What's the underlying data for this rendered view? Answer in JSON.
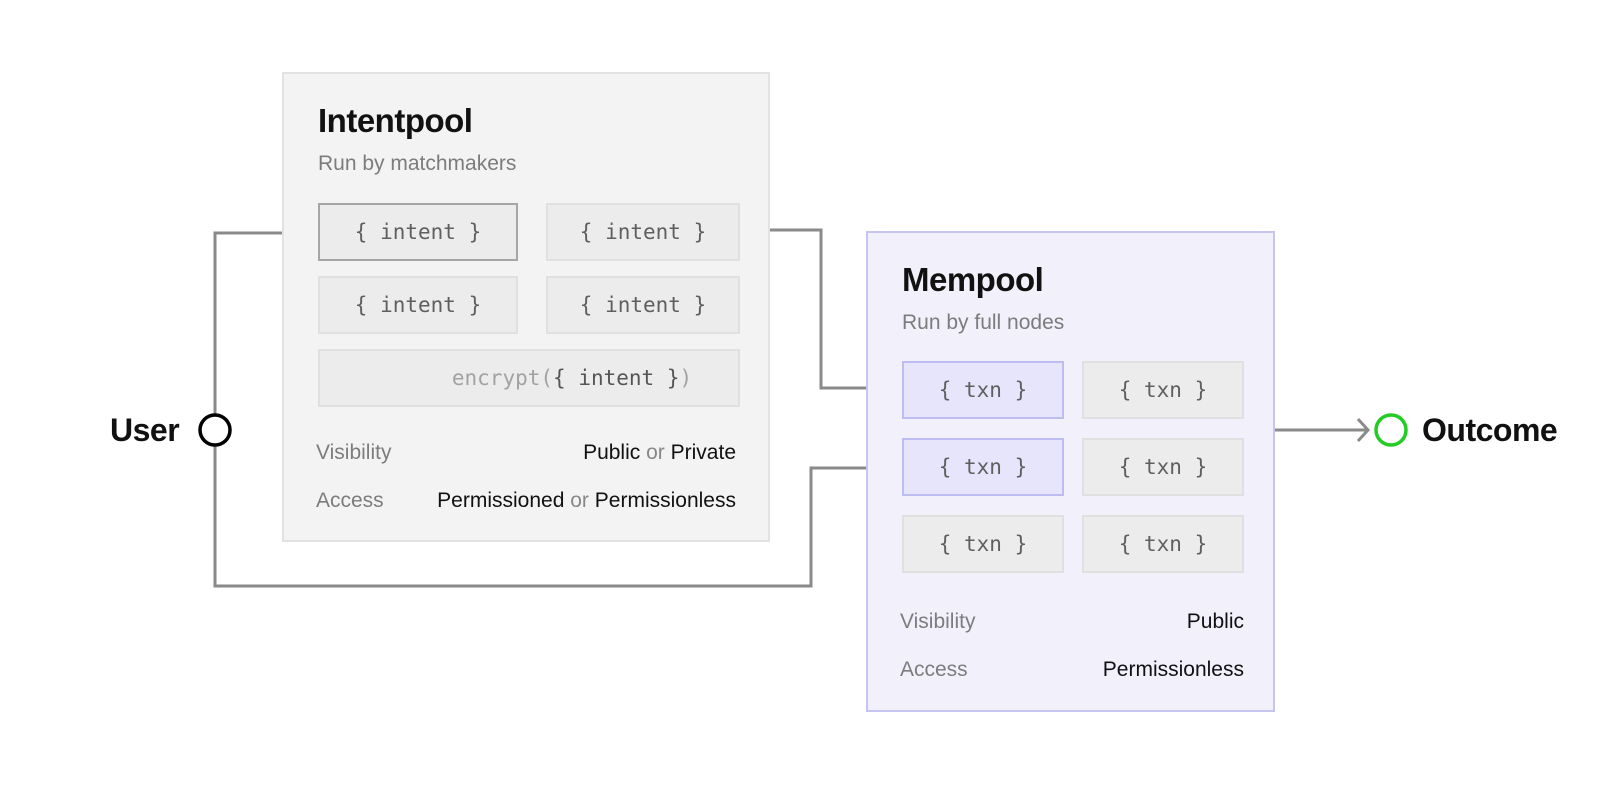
{
  "user": {
    "label": "User"
  },
  "outcome": {
    "label": "Outcome",
    "marker_color": "#22cc22"
  },
  "intentpool": {
    "title": "Intentpool",
    "subtitle": "Run by matchmakers",
    "cells": [
      "{ intent }",
      "{ intent }",
      "{ intent }",
      "{ intent }"
    ],
    "encrypt": {
      "prefix": "encrypt(",
      "inner": "{ intent }",
      "suffix": ")"
    },
    "visibility": {
      "label": "Visibility",
      "value_a": "Public",
      "sep": "or",
      "value_b": "Private"
    },
    "access": {
      "label": "Access",
      "value_a": "Permissioned",
      "sep": "or",
      "value_b": "Permissionless"
    }
  },
  "mempool": {
    "title": "Mempool",
    "subtitle": "Run by full nodes",
    "cells": [
      "{ txn }",
      "{ txn }",
      "{ txn }",
      "{ txn }",
      "{ txn }",
      "{ txn }"
    ],
    "visibility": {
      "label": "Visibility",
      "value": "Public"
    },
    "access": {
      "label": "Access",
      "value": "Permissionless"
    }
  },
  "colors": {
    "connector": "#8a8a8a",
    "mempool_border": "#c6c5ef",
    "mempool_fill": "#f1f0fb",
    "intentpool_fill": "#f3f3f3"
  }
}
